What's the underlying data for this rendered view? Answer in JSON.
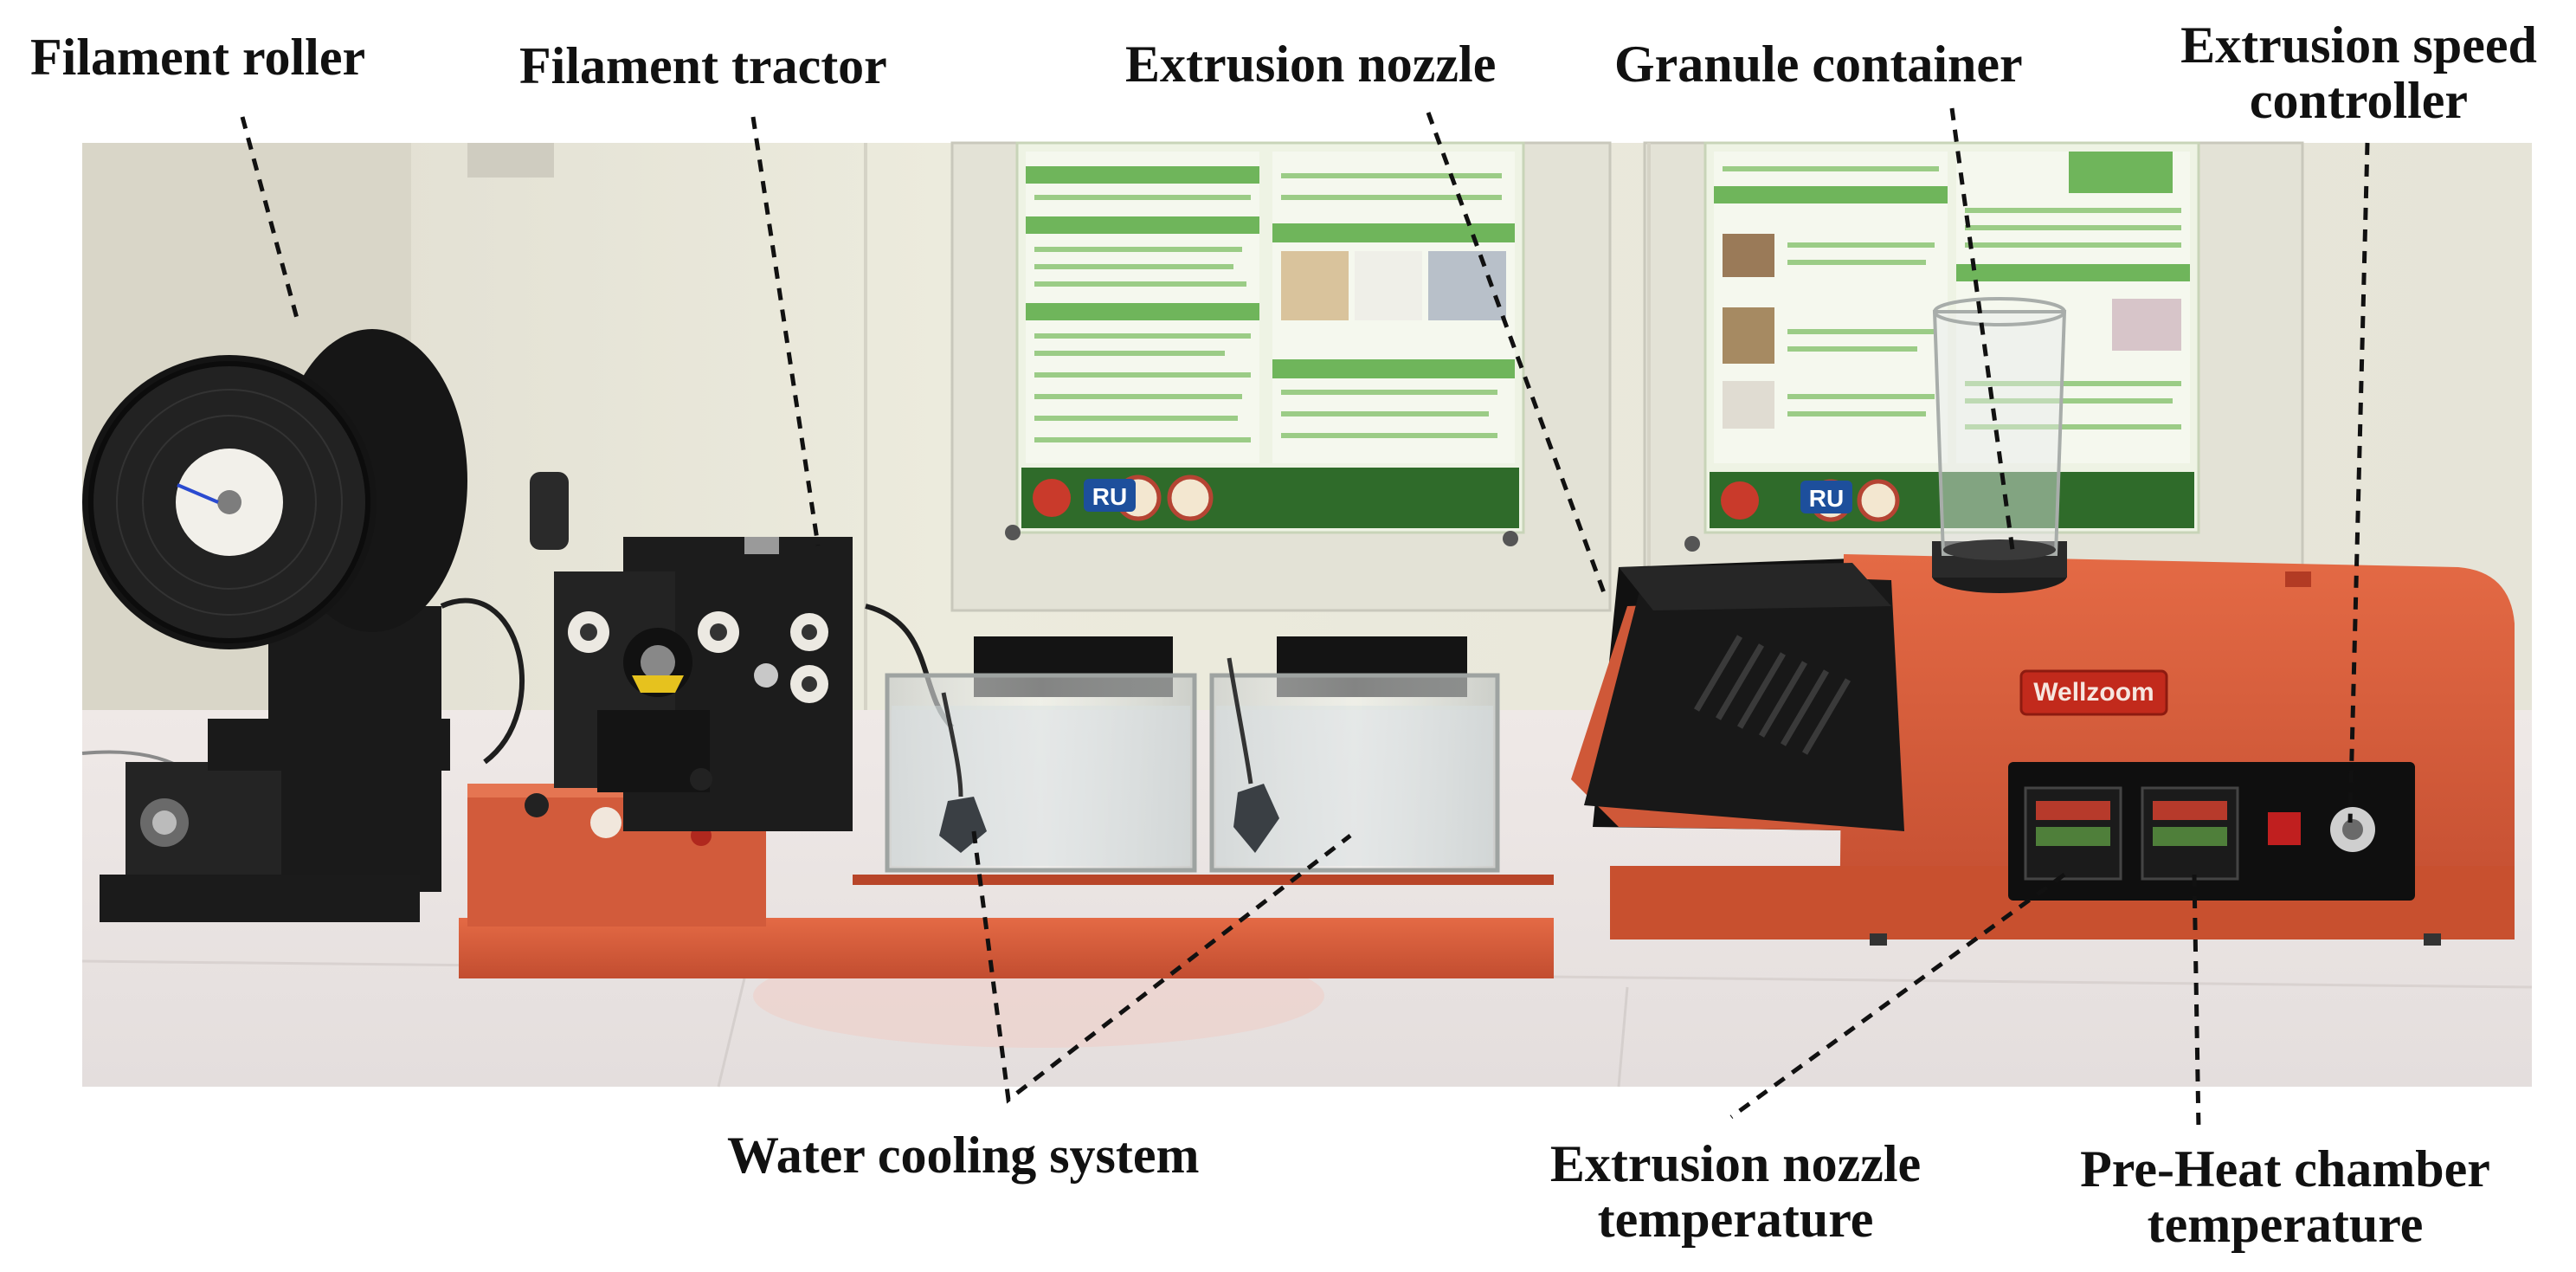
{
  "figure": {
    "labels": {
      "filament_roller": "Filament roller",
      "filament_tractor": "Filament tractor",
      "extrusion_nozzle": "Extrusion nozzle",
      "granule_container": "Granule container",
      "extrusion_speed_controller": [
        "Extrusion speed",
        "controller"
      ],
      "water_cooling_system": "Water cooling system",
      "extrusion_nozzle_temperature": [
        "Extrusion nozzle",
        "temperature"
      ],
      "preheat_chamber_temperature": [
        "Pre-Heat chamber",
        "temperature"
      ]
    },
    "brand_plate": "Wellzoom",
    "poster_logo": "RU",
    "colors": {
      "machine_orange": "#d85a3a",
      "machine_dark": "#1c1c1c",
      "poster_green": "#7fc46a",
      "wall": "#ece9dc",
      "floor": "#ebe7e6"
    }
  }
}
